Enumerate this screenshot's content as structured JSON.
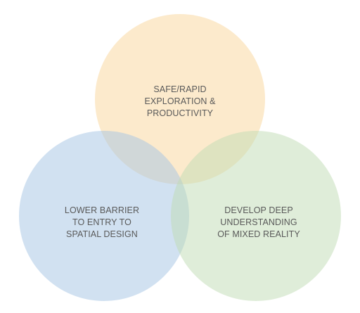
{
  "circles": [
    {
      "id": "safe-rapid",
      "color": "#f9d699",
      "lines": [
        "SAFE/RAPID",
        "EXPLORATION &",
        "PRODUCTIVITY"
      ]
    },
    {
      "id": "lower-barrier",
      "color": "#a3c3e4",
      "lines": [
        "LOWER BARRIER",
        "TO ENTRY TO",
        "SPATIAL DESIGN"
      ]
    },
    {
      "id": "develop-deep",
      "color": "#c0dcb4",
      "lines": [
        "DEVELOP DEEP",
        "UNDERSTANDING",
        "OF MIXED REALITY"
      ]
    }
  ]
}
